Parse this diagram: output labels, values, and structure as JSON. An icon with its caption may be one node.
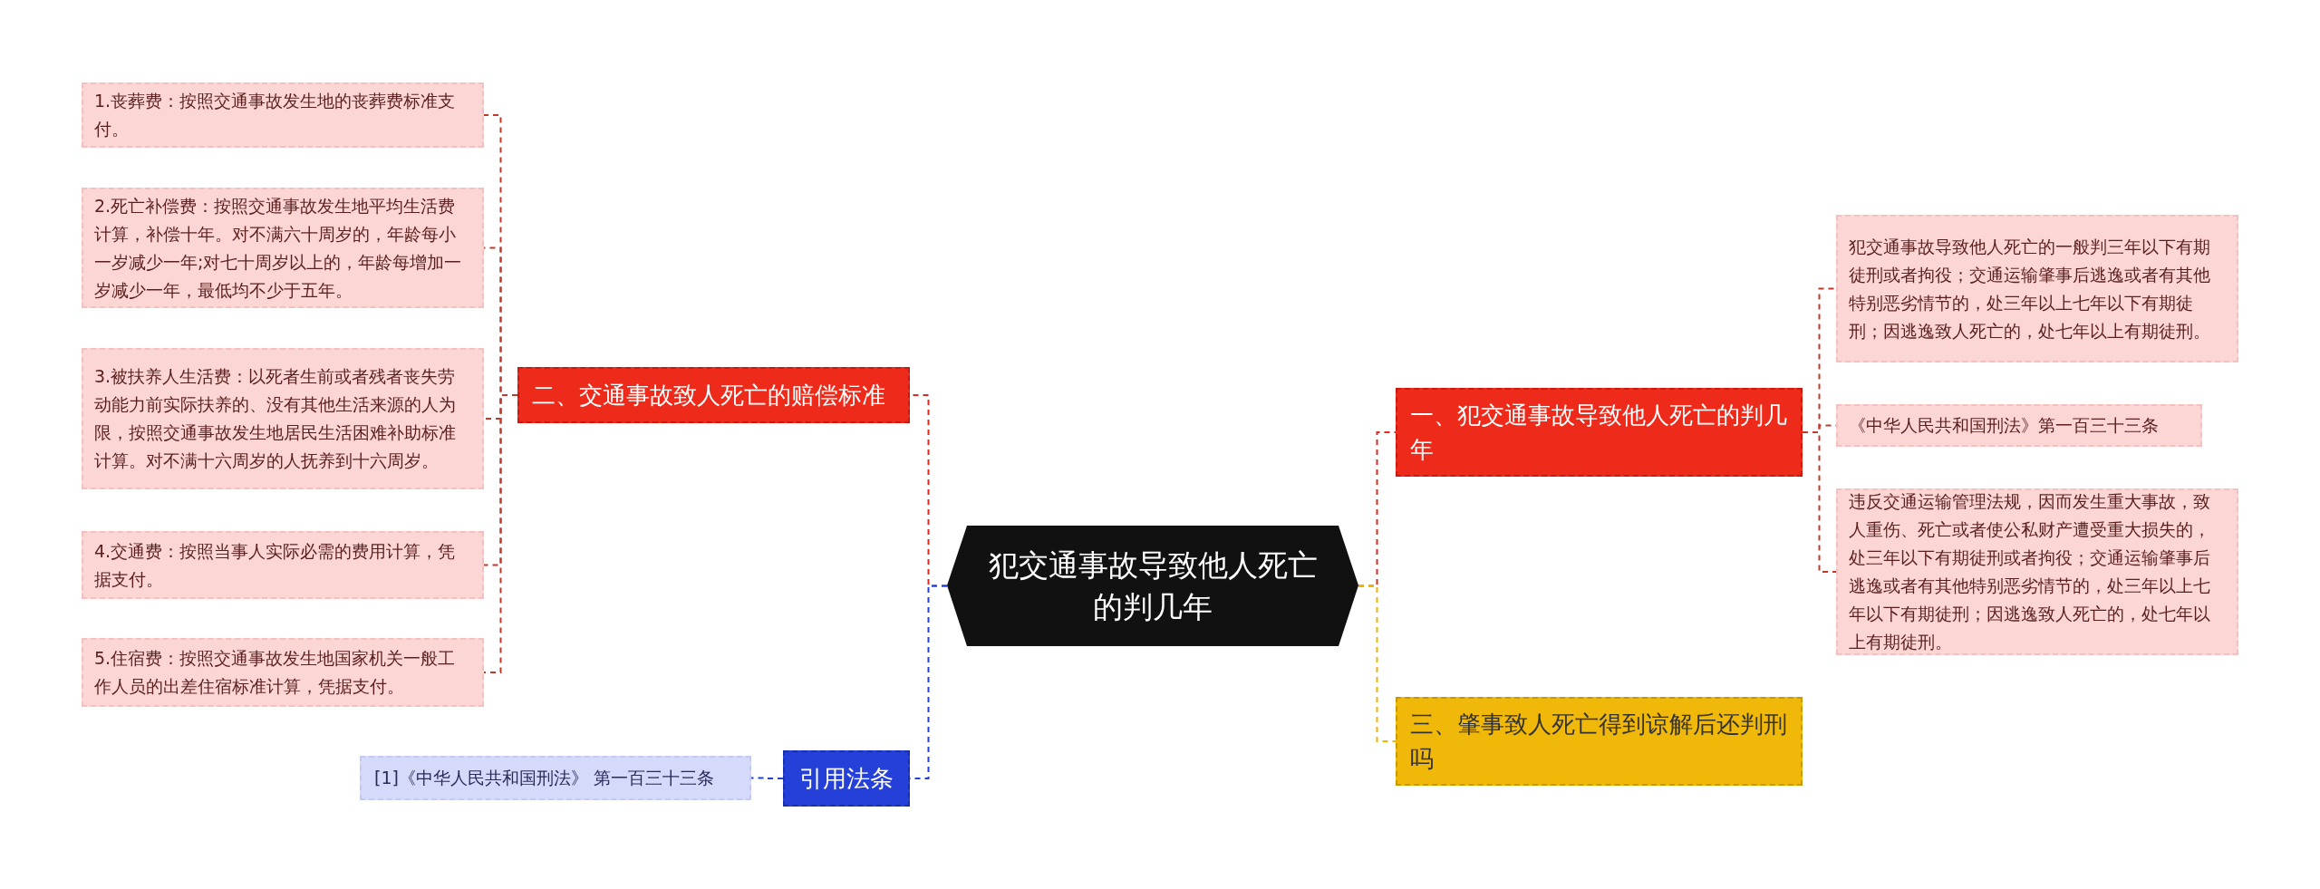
{
  "diagram": {
    "nodes": [
      {
        "text": [
          "犯交通事故导致他人死亡的判几年"
        ]
      },
      {
        "text": [
          "一、犯交通事故导致他人死亡的判几年"
        ]
      },
      {
        "text": [
          "犯交通事故导致他人死亡的一般判三年以下有期徒刑或者拘役；交通运输肇事后逃逸或者有其他特别恶劣情节的，处三年以上七年以下有期徒刑；因逃逸致人死亡的，处七年以上有期徒刑。"
        ]
      },
      {
        "text": [
          "《中华人民共和国刑法》第一百三十三条"
        ]
      },
      {
        "text": [
          "违反交通运输管理法规，因而发生重大事故，致人重伤、死亡或者使公私财产遭受重大损失的，处三年以下有期徒刑或者拘役；交通运输肇事后逃逸或者有其他特别恶劣情节的，处三年以上七年以下有期徒刑；因逃逸致人死亡的，处七年以上有期徒刑。"
        ]
      },
      {
        "text": [
          "三、肇事致人死亡得到谅解后还判刑吗"
        ]
      },
      {
        "text": [
          "二、交通事故致人死亡的赔偿标准"
        ]
      },
      {
        "text": [
          "1.丧葬费：按照交通事故发生地的丧葬费标准支付。"
        ]
      },
      {
        "text": [
          "2.死亡补偿费：按照交通事故发生地平均生活费计算，补偿十年。对不满六十周岁的，年龄每小一岁减少一年;对七十周岁以上的，年龄每增加一岁减少一年，最低均不少于五年。"
        ]
      },
      {
        "text": [
          "3.被扶养人生活费：以死者生前或者残者丧失劳动能力前实际扶养的、没有其他生活来源的人为限，按照交通事故发生地居民生活困难补助标准计算。对不满十六周岁的人抚养到十六周岁。"
        ]
      },
      {
        "text": [
          "4.交通费：按照当事人实际必需的费用计算，凭据支付。"
        ]
      },
      {
        "text": [
          "5.住宿费：按照交通事故发生地国家机关一般工作人员的出差住宿标准计算，凭据支付。"
        ]
      },
      {
        "text": [
          "引用法条"
        ]
      },
      {
        "text": [
          "[1]《中华人民共和国刑法》 第一百三十三条"
        ]
      }
    ],
    "edges": [
      {
        "from": 0,
        "to": 1,
        "arrow": "none",
        "style": "dashed",
        "color": "#e0281e"
      },
      {
        "from": 1,
        "to": 2,
        "arrow": "none",
        "style": "dashed",
        "color": "#c0392b"
      },
      {
        "from": 1,
        "to": 3,
        "arrow": "none",
        "style": "dashed",
        "color": "#c0392b"
      },
      {
        "from": 1,
        "to": 4,
        "arrow": "none",
        "style": "dashed",
        "color": "#c0392b"
      },
      {
        "from": 0,
        "to": 5,
        "arrow": "none",
        "style": "dashed",
        "color": "#f0b400"
      },
      {
        "from": 0,
        "to": 6,
        "arrow": "none",
        "style": "dashed",
        "color": "#e0281e"
      },
      {
        "from": 6,
        "to": 7,
        "arrow": "none",
        "style": "dashed",
        "color": "#c0392b"
      },
      {
        "from": 6,
        "to": 8,
        "arrow": "none",
        "style": "dashed",
        "color": "#c0392b"
      },
      {
        "from": 6,
        "to": 9,
        "arrow": "none",
        "style": "dashed",
        "color": "#c0392b"
      },
      {
        "from": 6,
        "to": 10,
        "arrow": "none",
        "style": "dashed",
        "color": "#c0392b"
      },
      {
        "from": 6,
        "to": 11,
        "arrow": "none",
        "style": "dashed",
        "color": "#c0392b"
      },
      {
        "from": 0,
        "to": 12,
        "arrow": "none",
        "style": "dashed",
        "color": "#2440d8"
      },
      {
        "from": 12,
        "to": 13,
        "arrow": "none",
        "style": "dashed",
        "color": "#2440d8"
      }
    ]
  }
}
